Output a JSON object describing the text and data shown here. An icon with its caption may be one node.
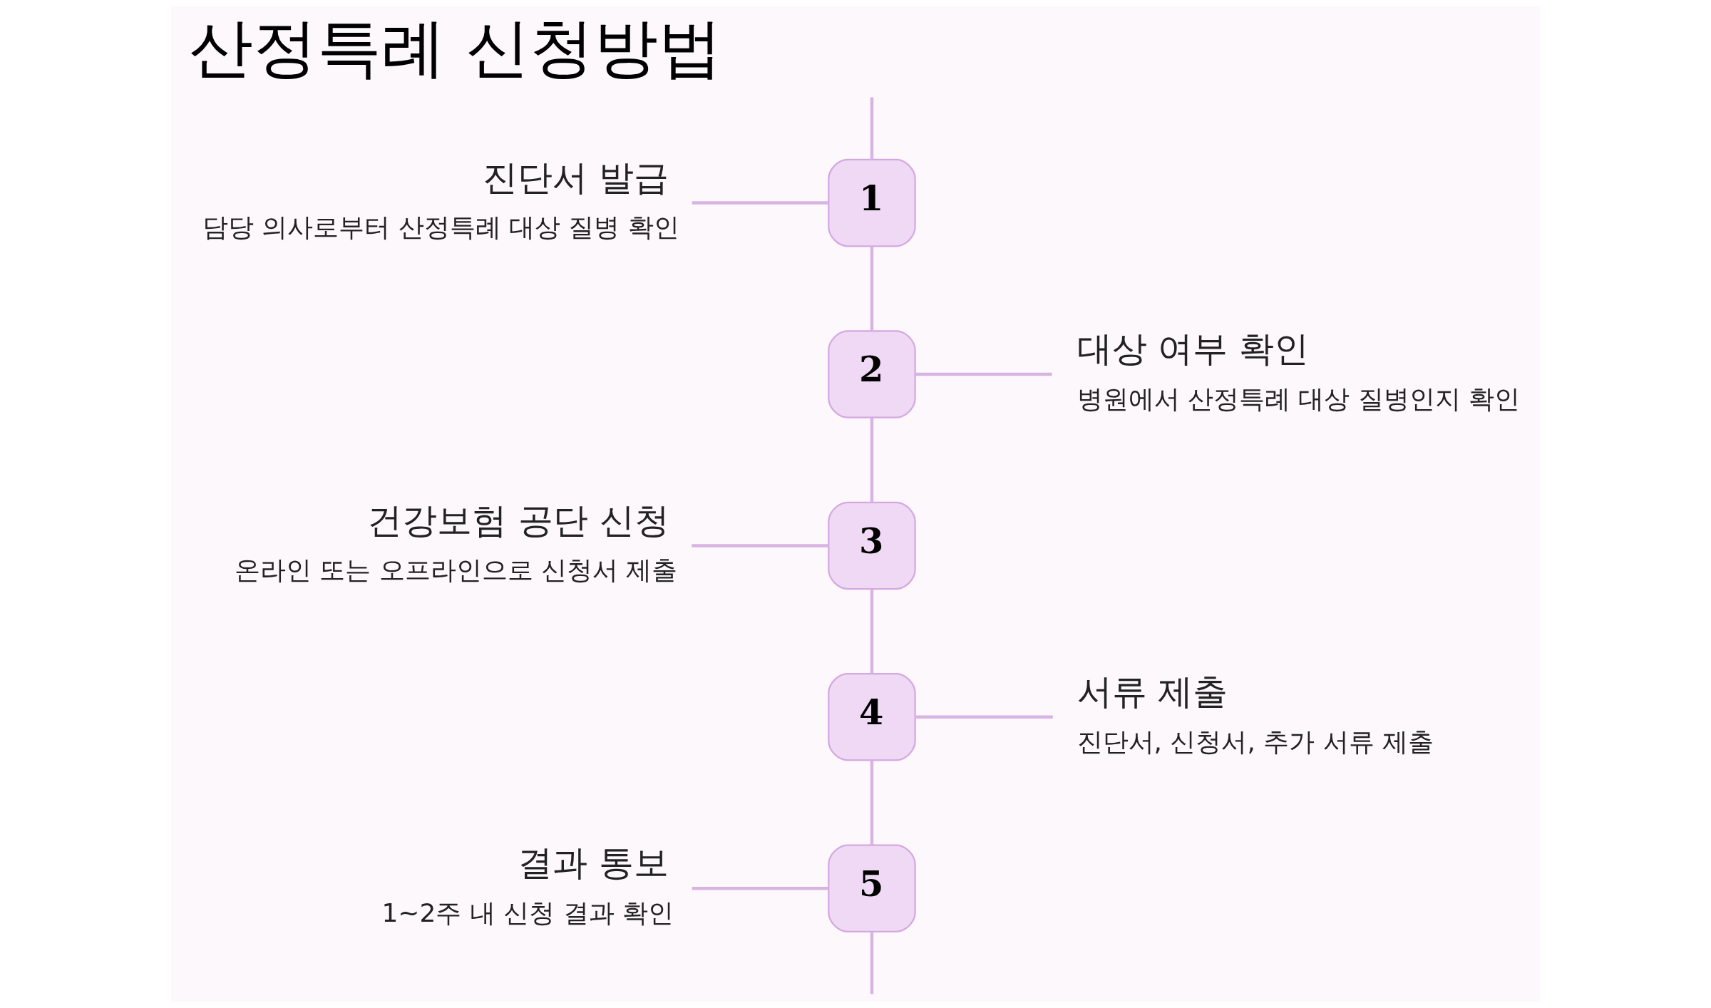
{
  "diagram": {
    "title": "산정특례 신청방법",
    "nodes": [
      {
        "text": [
          "진단서 발급",
          "담당 의사로부터 산정특례 대상 질병 확인"
        ]
      },
      {
        "text": [
          "1"
        ]
      },
      {
        "text": [
          "2"
        ]
      },
      {
        "text": [
          "대상 여부 확인",
          "병원에서 산정특례 대상 질병인지 확인"
        ]
      },
      {
        "text": [
          "건강보험 공단 신청",
          "온라인 또는 오프라인으로 신청서 제출"
        ]
      },
      {
        "text": [
          "3"
        ]
      },
      {
        "text": [
          "4"
        ]
      },
      {
        "text": [
          "서류 제출",
          "진단서, 신청서, 추가 서류 제출"
        ]
      },
      {
        "text": [
          "결과 통보",
          "1~2주 내 신청 결과 확인"
        ]
      },
      {
        "text": [
          "5"
        ]
      }
    ],
    "edges": [
      {
        "from": null,
        "to": 1,
        "arrow": "none"
      },
      {
        "from": 0,
        "to": 1,
        "arrow": "none"
      },
      {
        "from": 1,
        "to": 2,
        "arrow": "none"
      },
      {
        "from": 2,
        "to": 3,
        "arrow": "none"
      },
      {
        "from": 4,
        "to": 5,
        "arrow": "none"
      },
      {
        "from": 2,
        "to": 5,
        "arrow": "none"
      },
      {
        "from": 5,
        "to": 6,
        "arrow": "none"
      },
      {
        "from": 6,
        "to": 7,
        "arrow": "none"
      },
      {
        "from": 8,
        "to": 9,
        "arrow": "none"
      },
      {
        "from": 6,
        "to": 9,
        "arrow": "none"
      },
      {
        "from": 9,
        "to": null,
        "arrow": "none"
      }
    ]
  }
}
